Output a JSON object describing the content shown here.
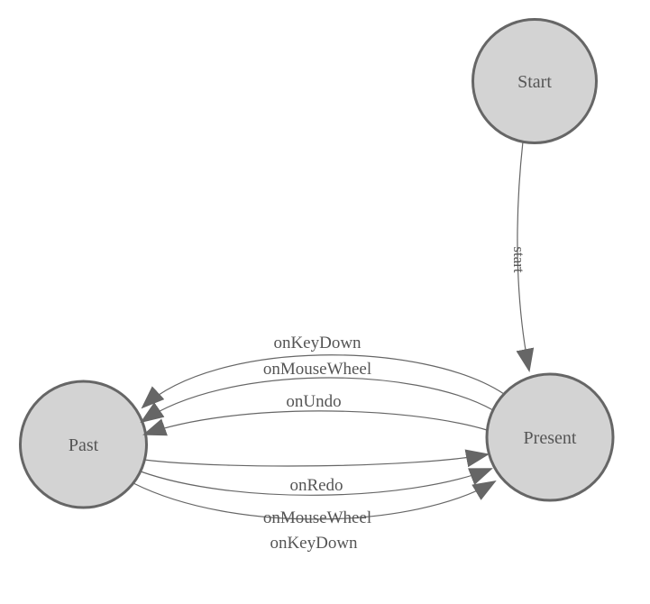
{
  "diagram": {
    "kind": "state-machine",
    "nodes": [
      {
        "id": "start-node",
        "label": "Start"
      },
      {
        "id": "present-node",
        "label": "Present"
      },
      {
        "id": "past-node",
        "label": "Past"
      }
    ],
    "edges": [
      {
        "from": "Start",
        "to": "Present",
        "label": "start"
      },
      {
        "from": "Present",
        "to": "Past",
        "label": "onKeyDown"
      },
      {
        "from": "Present",
        "to": "Past",
        "label": "onMouseWheel"
      },
      {
        "from": "Present",
        "to": "Past",
        "label": "onUndo"
      },
      {
        "from": "Past",
        "to": "Present",
        "label": "onRedo"
      },
      {
        "from": "Past",
        "to": "Present",
        "label": "onMouseWheel"
      },
      {
        "from": "Past",
        "to": "Present",
        "label": "onKeyDown"
      }
    ],
    "colors": {
      "background": "#ffffff",
      "node_fill": "#d3d3d3",
      "node_stroke": "#666666",
      "edge_stroke": "#666666",
      "arrow_fill": "#666666",
      "text": "#555555"
    }
  }
}
